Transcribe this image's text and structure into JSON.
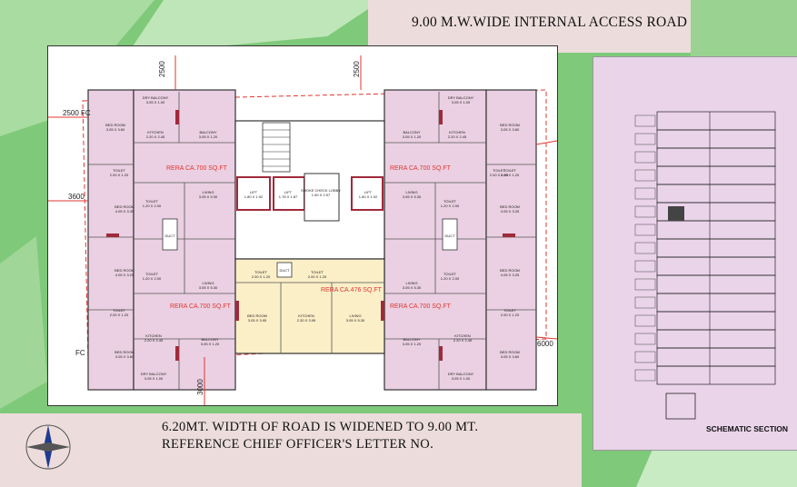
{
  "header": {
    "road_label": "9.00 M.W.WIDE INTERNAL ACCESS ROAD"
  },
  "footer": {
    "note_line1": "6.20MT. WIDTH OF ROAD IS WIDENED TO 9.00 MT.",
    "note_line2": "REFERENCE CHIEF OFFICER'S LETTER NO."
  },
  "section": {
    "label": "SCHEMATIC SECTION"
  },
  "dimensions": [
    "2500",
    "2500",
    "2500",
    "3600",
    "3000",
    "6000",
    "FC",
    "FC"
  ],
  "rera": [
    "RERA CA.700 SQ.FT",
    "RERA CA.700 SQ.FT",
    "RERA CA.700 SQ.FT",
    "RERA CA.700 SQ.FT",
    "RERA CA.476 SQ.FT"
  ],
  "rooms": [
    {
      "name": "DRY BALCONY",
      "size": "3.05 X 1.00"
    },
    {
      "name": "BED ROOM",
      "size": "3.05 X 3.60"
    },
    {
      "name": "KITCHEN",
      "size": "2.20 X 2.45"
    },
    {
      "name": "BALCONY",
      "size": "3.05 X 1.20"
    },
    {
      "name": "TOILET",
      "size": "2.00 X 1.20"
    },
    {
      "name": "TOILET",
      "size": "1.20 X 2.00"
    },
    {
      "name": "BED ROOM",
      "size": "4.05 X 3.35"
    },
    {
      "name": "LIVING",
      "size": "3.05 X 5.30"
    },
    {
      "name": "DUCT",
      "size": ""
    },
    {
      "name": "LIFT",
      "size": "1.80 X 1.92"
    },
    {
      "name": "LIFT",
      "size": "1.78 X 1.87"
    },
    {
      "name": "SMOKE CHECK LOBBY",
      "size": "1.50 X 2.57"
    },
    {
      "name": "LIFT",
      "size": "1.80 X 1.92"
    },
    {
      "name": "BALCONY",
      "size": "3.05 X 1.20"
    },
    {
      "name": "KITCHEN",
      "size": "2.20 X 2.45"
    },
    {
      "name": "BED ROOM",
      "size": "3.05 X 3.60"
    },
    {
      "name": "DRY BALCONY",
      "size": "3.05 X 1.00"
    },
    {
      "name": "TOILET",
      "size": "2.00 X 1.20"
    },
    {
      "name": "LIVING",
      "size": "3.05 X 5.30"
    },
    {
      "name": "TOILET",
      "size": "1.20 X 2.00"
    },
    {
      "name": "BED ROOM",
      "size": "4.05 X 3.25"
    },
    {
      "name": "DUCT",
      "size": ""
    },
    {
      "name": "BED ROOM",
      "size": "4.05 X 3.25"
    },
    {
      "name": "TOILET",
      "size": "1.20 X 2.00"
    },
    {
      "name": "LIVING",
      "size": "3.05 X 5.30"
    },
    {
      "name": "TOILET",
      "size": "2.00 X 1.20"
    },
    {
      "name": "TOILET",
      "size": "2.00 X 1.20"
    },
    {
      "name": "DUCT",
      "size": ""
    },
    {
      "name": "TOILET",
      "size": "2.00 X 1.20"
    },
    {
      "name": "BED ROOM",
      "size": "3.05 X 3.95"
    },
    {
      "name": "KITCHEN",
      "size": "2.30 X 3.95"
    },
    {
      "name": "LIVING",
      "size": "3.05 X 5.30"
    },
    {
      "name": "LIVING",
      "size": "3.05 X 5.30"
    },
    {
      "name": "TOILET",
      "size": "1.20 X 2.00"
    },
    {
      "name": "BED ROOM",
      "size": "4.05 X 3.25"
    },
    {
      "name": "TOILET",
      "size": "2.00 X 1.20"
    },
    {
      "name": "BED ROOM",
      "size": "3.05 X 3.60"
    },
    {
      "name": "KITCHEN",
      "size": "2.20 X 2.45"
    },
    {
      "name": "BALCONY",
      "size": "3.05 X 1.20"
    },
    {
      "name": "DRY BALCONY",
      "size": "3.05 X 1.00"
    },
    {
      "name": "BALCONY",
      "size": "3.05 X 1.20"
    },
    {
      "name": "KITCHEN",
      "size": "2.20 X 2.45"
    },
    {
      "name": "BED ROOM",
      "size": "3.05 X 3.60"
    },
    {
      "name": "DRY BALCONY",
      "size": "3.05 X 1.00"
    },
    {
      "name": "TOILET",
      "size": "2.00 X 1.20"
    }
  ],
  "colors": {
    "green": "#7fc97a",
    "banner": "#ecdcdc",
    "unit": "#ead0e2",
    "studio": "#fbefc8",
    "section_bg": "#ead4ea",
    "red_line": "#e0352f",
    "wall": "#333333"
  },
  "icons": [
    "north-arrow-icon"
  ]
}
